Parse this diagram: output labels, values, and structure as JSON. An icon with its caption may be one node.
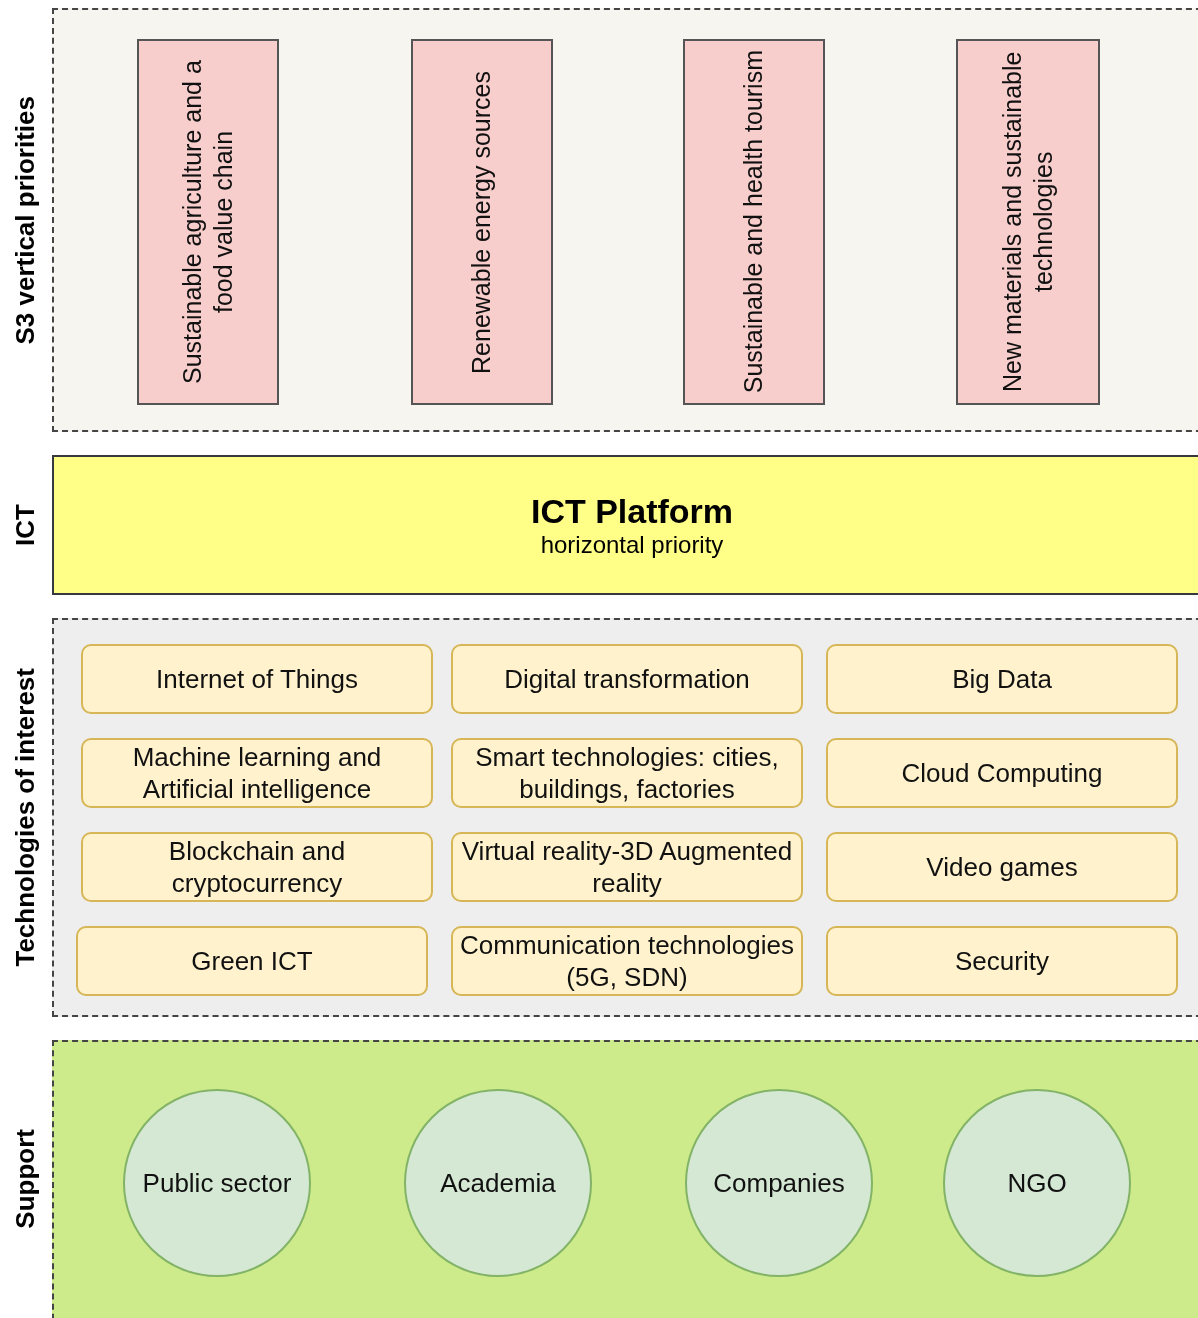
{
  "diagram": {
    "nodes": [
      {
        "text": [
          "S3 vertical priorities"
        ]
      },
      {
        "text": [
          "Sustainable agriculture and a food value chain"
        ],
        "in": 0
      },
      {
        "text": [
          "Renewable energy sources"
        ],
        "in": 0
      },
      {
        "text": [
          "Sustainable and health tourism"
        ],
        "in": 0
      },
      {
        "text": [
          "New materials and sustainable technologies"
        ],
        "in": 0
      },
      {
        "text": [
          "ICT",
          "ICT Platform",
          "horizontal priority"
        ]
      },
      {
        "text": [
          "Technologies of interest"
        ]
      },
      {
        "text": [
          "Internet of Things"
        ],
        "in": 6
      },
      {
        "text": [
          "Digital transformation"
        ],
        "in": 6
      },
      {
        "text": [
          "Big Data"
        ],
        "in": 6
      },
      {
        "text": [
          "Machine learning and Artificial intelligence"
        ],
        "in": 6
      },
      {
        "text": [
          "Smart technologies: cities, buildings, factories"
        ],
        "in": 6
      },
      {
        "text": [
          "Cloud Computing"
        ],
        "in": 6
      },
      {
        "text": [
          "Blockchain and cryptocurrency"
        ],
        "in": 6
      },
      {
        "text": [
          "Virtual reality-3D Augmented reality"
        ],
        "in": 6
      },
      {
        "text": [
          "Video games"
        ],
        "in": 6
      },
      {
        "text": [
          "Green ICT"
        ],
        "in": 6
      },
      {
        "text": [
          "Communication technologies (5G, SDN)"
        ],
        "in": 6
      },
      {
        "text": [
          "Security"
        ],
        "in": 6
      },
      {
        "text": [
          "Support"
        ]
      },
      {
        "text": [
          "Public sector"
        ],
        "in": 19
      },
      {
        "text": [
          "Academia"
        ],
        "in": 19
      },
      {
        "text": [
          "Companies"
        ],
        "in": 19
      },
      {
        "text": [
          "NGO"
        ],
        "in": 19
      }
    ],
    "edges": []
  }
}
